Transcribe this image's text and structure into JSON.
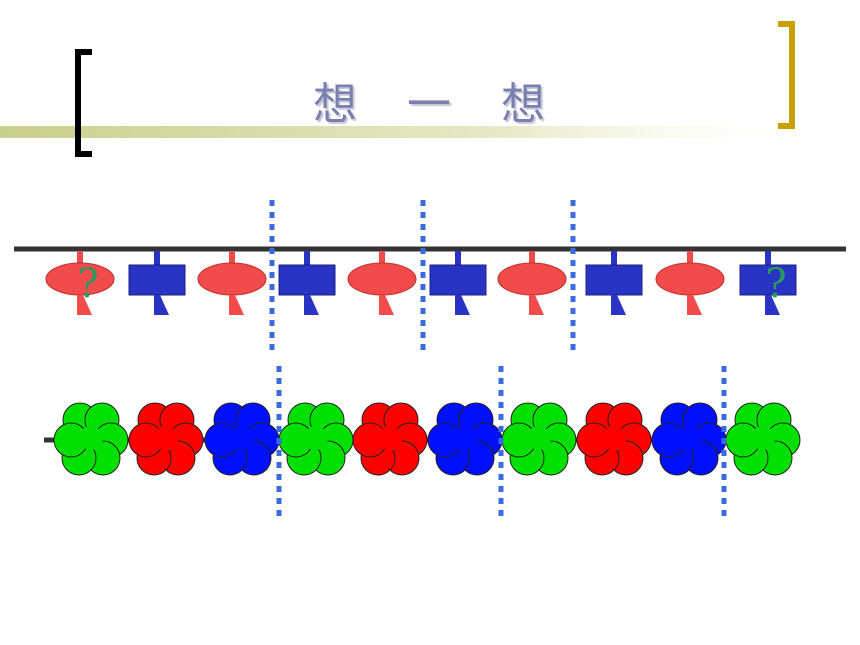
{
  "title": {
    "chars": [
      "想",
      "一",
      "想"
    ]
  },
  "colors": {
    "bracket_left": "#000000",
    "bracket_right": "#c8a000",
    "accent_bar": "#d4d8a8",
    "title_text": "#7a7fb0",
    "lantern_red": "#f24b4b",
    "lantern_blue": "#2a34c4",
    "question_mark": "#2a9a5a",
    "flower_green": "#00e000",
    "flower_red": "#ff0000",
    "flower_blue": "#0010ff",
    "dotted_divider": "#3a6ae0"
  },
  "row1": {
    "items": [
      "red-lantern",
      "blue-lantern",
      "red-lantern",
      "blue-lantern",
      "red-lantern",
      "blue-lantern",
      "red-lantern",
      "blue-lantern",
      "red-lantern",
      "blue-lantern"
    ],
    "question_marks": [
      {
        "item_index": 0,
        "text": "?"
      },
      {
        "item_index": 9,
        "text": "?"
      }
    ],
    "group_size": 2
  },
  "row2": {
    "items": [
      "green",
      "red",
      "blue",
      "green",
      "red",
      "blue",
      "green",
      "red",
      "blue",
      "green"
    ],
    "group_size": 3
  }
}
